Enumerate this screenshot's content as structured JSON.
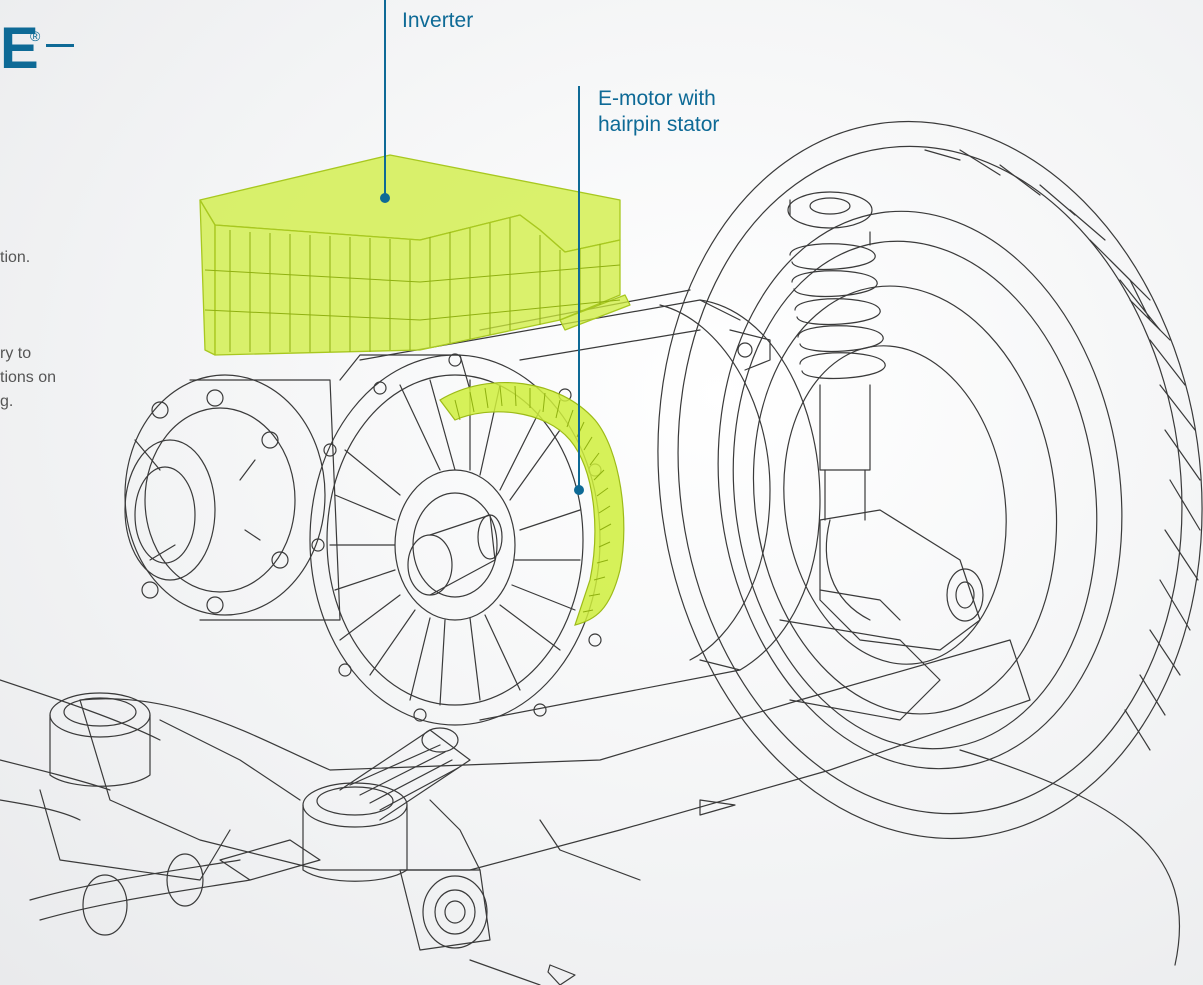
{
  "brand": {
    "letter": "E",
    "reg_mark": "®"
  },
  "side_text": {
    "line1": "tion.",
    "line2": "ry to",
    "line3": "tions on",
    "line4": "g."
  },
  "callouts": {
    "inverter": "Inverter",
    "motor_line1": "E-motor with",
    "motor_line2": "hairpin stator"
  },
  "colors": {
    "accent": "#0e6a96",
    "highlight": "#cfee3c",
    "highlight_dark": "#9dbb18",
    "line_art": "#3a3a3a"
  }
}
